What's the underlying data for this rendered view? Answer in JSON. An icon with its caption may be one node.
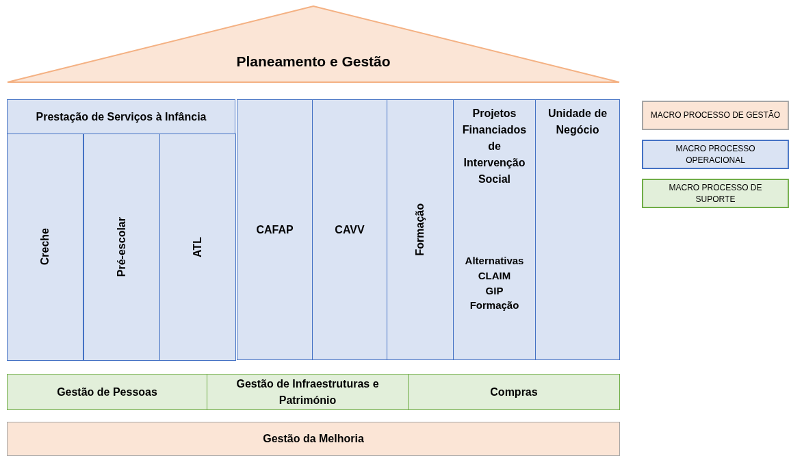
{
  "diagram": {
    "nodes": [
      {
        "text": [
          "Planeamento e Gestão"
        ]
      },
      {
        "text": [
          "Prestação de Serviços à Infância"
        ]
      },
      {
        "text": [
          "Creche"
        ],
        "in": 1
      },
      {
        "text": [
          "Pré-escolar"
        ],
        "in": 1
      },
      {
        "text": [
          "ATL"
        ],
        "in": 1
      },
      {
        "text": [
          "CAFAP"
        ]
      },
      {
        "text": [
          "CAVV"
        ]
      },
      {
        "text": [
          "Formação"
        ]
      },
      {
        "text": [
          "Projetos Financiados de Intervenção Social",
          "Alternativas",
          "CLAIM",
          "GIP",
          "Formação"
        ]
      },
      {
        "text": [
          "Unidade de Negócio"
        ]
      },
      {
        "text": [
          "Gestão de Pessoas"
        ]
      },
      {
        "text": [
          "Gestão de Infraestruturas e Património"
        ]
      },
      {
        "text": [
          "Compras"
        ]
      },
      {
        "text": [
          "Gestão da Melhoria"
        ]
      }
    ],
    "legend": [
      {
        "text": "MACRO PROCESSO DE GESTÃO",
        "color": "#fbe5d6"
      },
      {
        "text": "MACRO PROCESSO OPERACIONAL",
        "color": "#dae3f3"
      },
      {
        "text": "MACRO PROCESSO DE SUPORTE",
        "color": "#e2efda"
      }
    ]
  }
}
